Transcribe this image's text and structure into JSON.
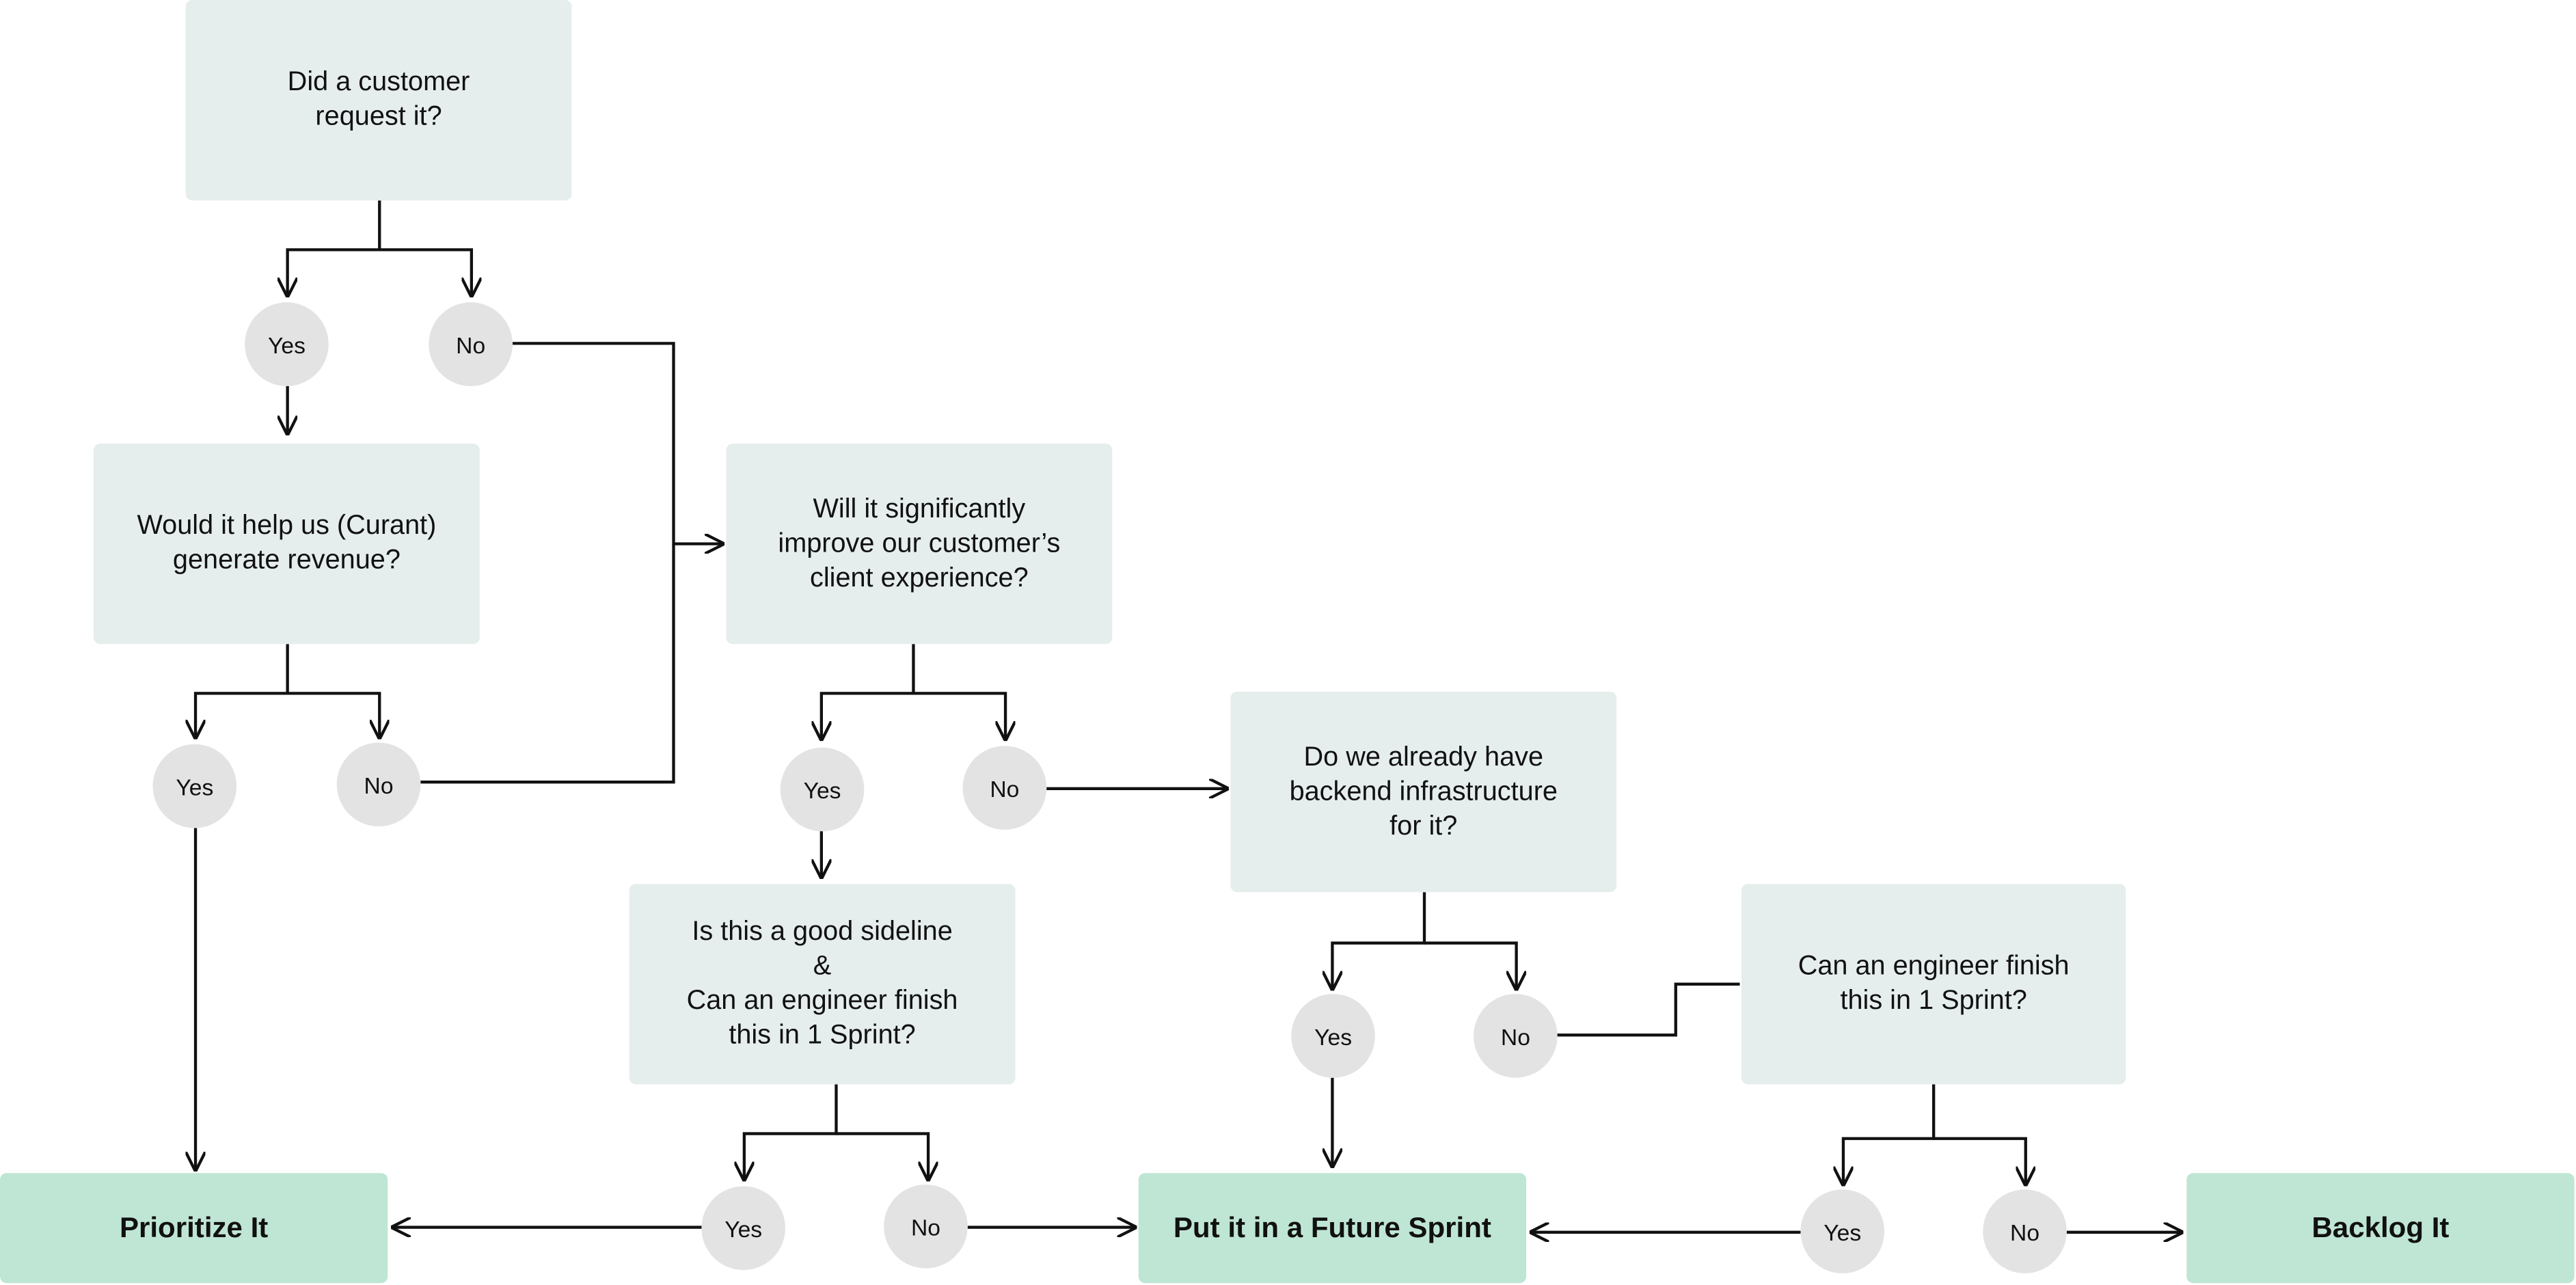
{
  "questions": {
    "customer_request": "Did a customer\nrequest it?",
    "revenue": "Would it help us (Curant)\ngenerate revenue?",
    "client_experience": "Will it significantly\nimprove our customer’s\nclient experience?",
    "backend_infra": "Do we already have\nbackend infrastructure\nfor it?",
    "good_sideline": "Is this a good sideline\n&\nCan an engineer finish\nthis in 1 Sprint?",
    "engineer_sprint": "Can an engineer finish\nthis in 1 Sprint?"
  },
  "answers": {
    "yes": "Yes",
    "no": "No"
  },
  "outcomes": {
    "prioritize": "Prioritize It",
    "future_sprint": "Put it in a Future Sprint",
    "backlog": "Backlog It"
  },
  "colors": {
    "question_box": "#e6eeed",
    "outcome_box": "#bfe6d5",
    "answer_circle": "#e3e3e3",
    "connector": "#111111"
  }
}
